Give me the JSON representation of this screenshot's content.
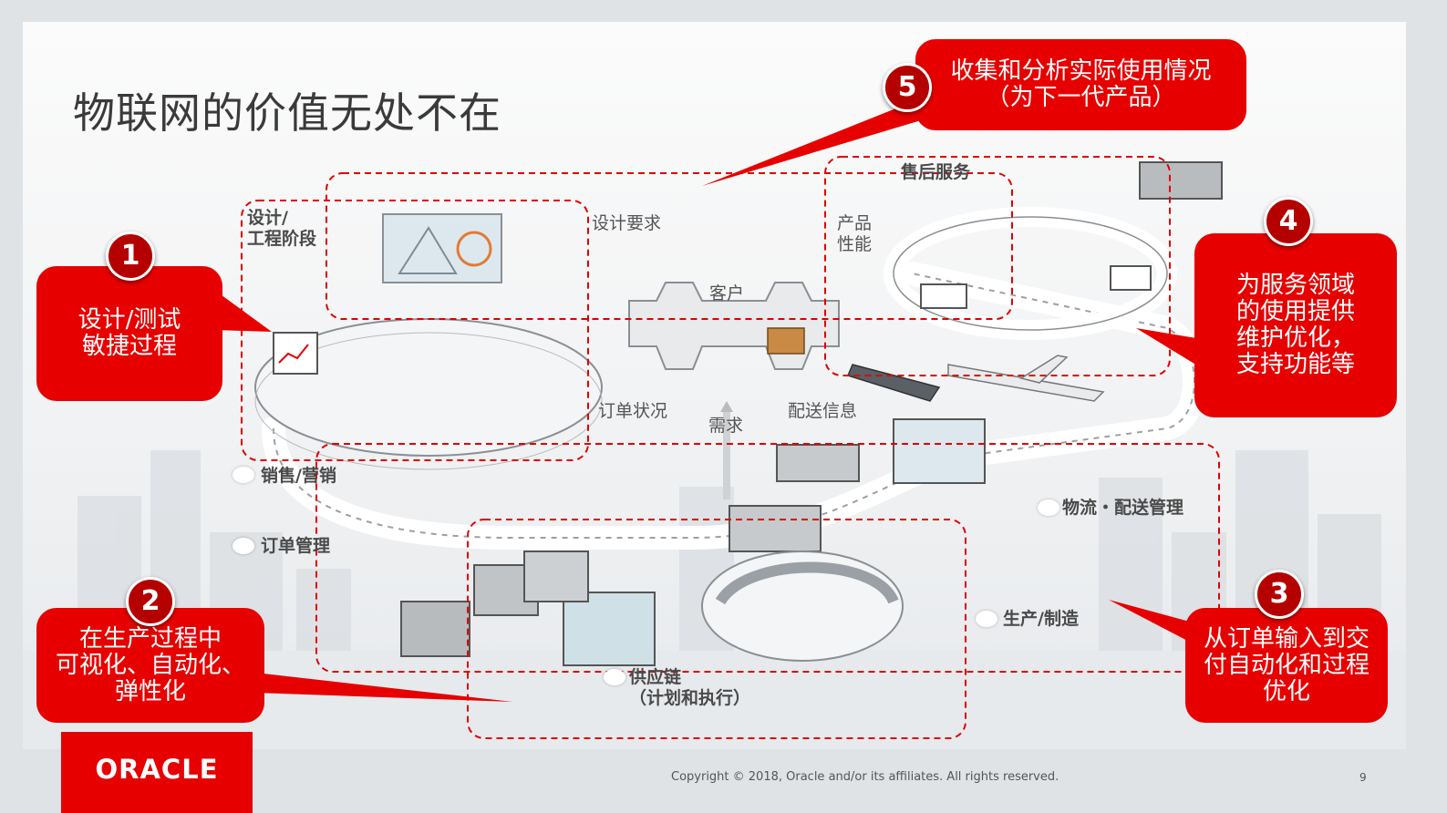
{
  "title": "物联网的价值无处不在",
  "diagram_labels": {
    "design_stage_1": "设计/",
    "design_stage_2": "工程阶段",
    "design_requirements": "设计要求",
    "customer": "客户",
    "after_sales": "售后服务",
    "product_1": "产品",
    "product_2": "性能",
    "order_status": "订单状况",
    "demand": "需求",
    "delivery_info": "配送信息",
    "sales_marketing": "销售/营销",
    "order_management": "订单管理",
    "logistics": "物流・配送管理",
    "production": "生产/制造",
    "supply_chain_1": "供应链",
    "supply_chain_2": "（计划和执行）"
  },
  "callouts": [
    {
      "number": "1",
      "lines": [
        "设计/测试",
        "敏捷过程"
      ]
    },
    {
      "number": "2",
      "lines": [
        "在生产过程中",
        "可视化、自动化、",
        "弹性化"
      ]
    },
    {
      "number": "3",
      "lines": [
        "从订单输入到交",
        "付自动化和过程",
        "优化"
      ]
    },
    {
      "number": "4",
      "lines": [
        "为服务领域",
        "的使用提供",
        "维护优化，",
        "支持功能等"
      ]
    },
    {
      "number": "5",
      "lines": [
        "收集和分析实际使用情况",
        "（为下一代产品）"
      ]
    }
  ],
  "footer": {
    "logo": "ORACLE",
    "copyright": "Copyright © 2018, Oracle and/or its affiliates. All rights reserved.",
    "page": "9"
  },
  "colors": {
    "accent": "#e60000",
    "badge": "#b50000",
    "dashed": "#e00000"
  }
}
